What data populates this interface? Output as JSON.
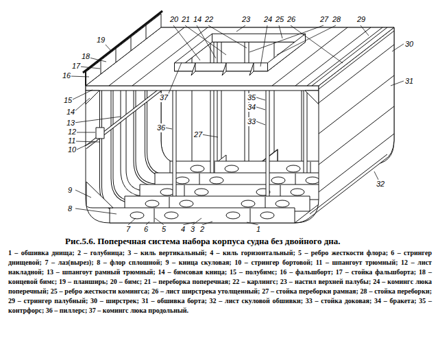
{
  "diagram": {
    "title": "Рис.5.6. Поперечная система набора корпуса судна без двойного дна.",
    "caption": "1 – обшивка днища; 2 – голубница; 3 – киль вертикальный; 4 – киль горизонтальный; 5 – ребро жесткости флора; 6 – стрингер днищевой; 7 – лаз(вырез); 8 – флор сплошной; 9 – кница скуловая; 10 – стрингер бортовой; 11 – шпангоут трюмный; 12 – лист накладной; 13 – шпангоут рамный трюмный; 14 – бимсовая кница; 15 – полубимс; 16 – фальшборт; 17 – стойка фальшборта; 18 – концевой бимс; 19 – планширь; 20 – бимс; 21 – переборка поперечная; 22 – карлингс; 23 – настил верхней палубы; 24 – комингс люка поперечный; 25 – ребро жесткости комингса; 26 – лист ширстрека утолщенный; 27 – стойка переборки рамная; 28 – стойка переборки; 29 – стрингер палубный; 30 – ширстрек; 31 – обшивка борта; 32 – лист скуловой обшивки; 33 – стойка доковая; 34 – бракета; 35 – контрфорс; 36 – пиллерс; 37 – комингс люка продольный.",
    "labels": [
      "20",
      "21",
      "14",
      "22",
      "23",
      "24",
      "25",
      "26",
      "27",
      "28",
      "29",
      "19",
      "18",
      "17",
      "16",
      "15",
      "14",
      "13",
      "12",
      "11",
      "10",
      "9",
      "8",
      "37",
      "36",
      "27",
      "35",
      "34",
      "33",
      "30",
      "31",
      "32",
      "7",
      "6",
      "5",
      "4",
      "3",
      "2",
      "1"
    ]
  }
}
